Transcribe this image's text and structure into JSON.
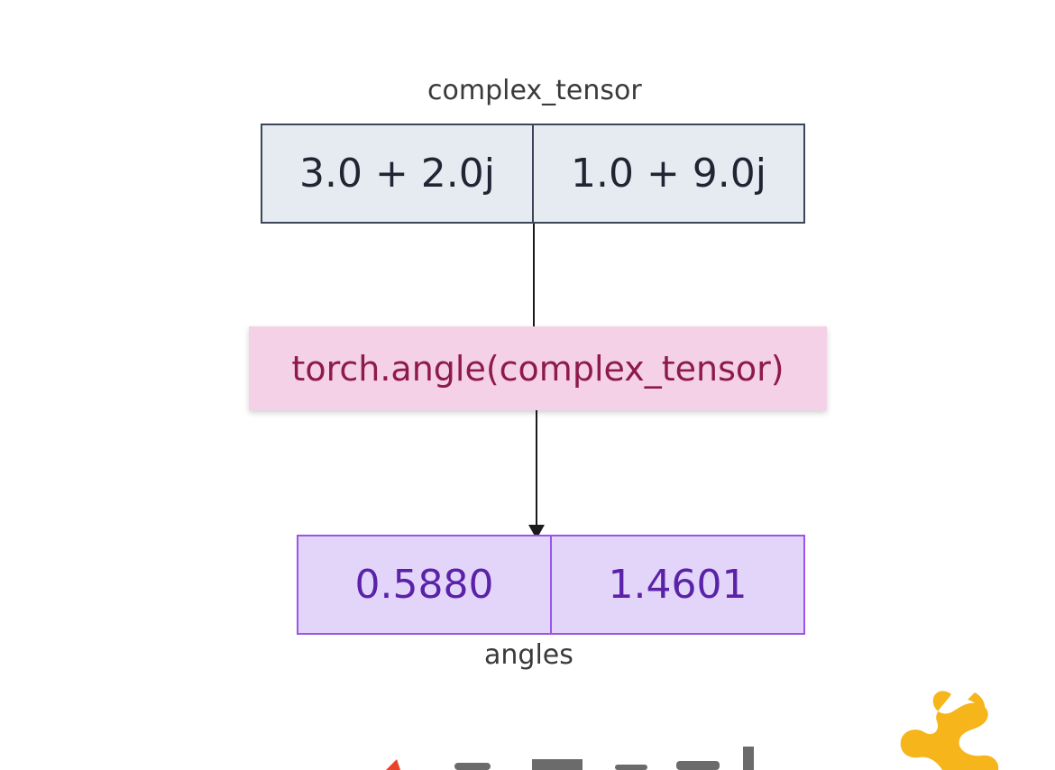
{
  "diagram": {
    "input": {
      "label": "complex_tensor",
      "values": [
        "3.0 + 2.0j",
        "1.0 + 9.0j"
      ]
    },
    "operation": {
      "label": "torch.angle(complex_tensor)"
    },
    "output": {
      "label": "angles",
      "values": [
        "0.5880",
        "1.4601"
      ]
    }
  },
  "colors": {
    "input_fill": "#e6ebf2",
    "input_border": "#3c4658",
    "operation_fill": "#f4d1e7",
    "operation_text": "#8e1a4c",
    "output_fill": "#e3d5fa",
    "output_border": "#9a55e6",
    "output_text": "#5b22a8",
    "logo_red": "#e9442a",
    "logo_gray": "#6b6b6b",
    "mascot_yellow": "#f5b51b"
  },
  "icons": [
    "logo-wordmark",
    "mascot-icon"
  ]
}
